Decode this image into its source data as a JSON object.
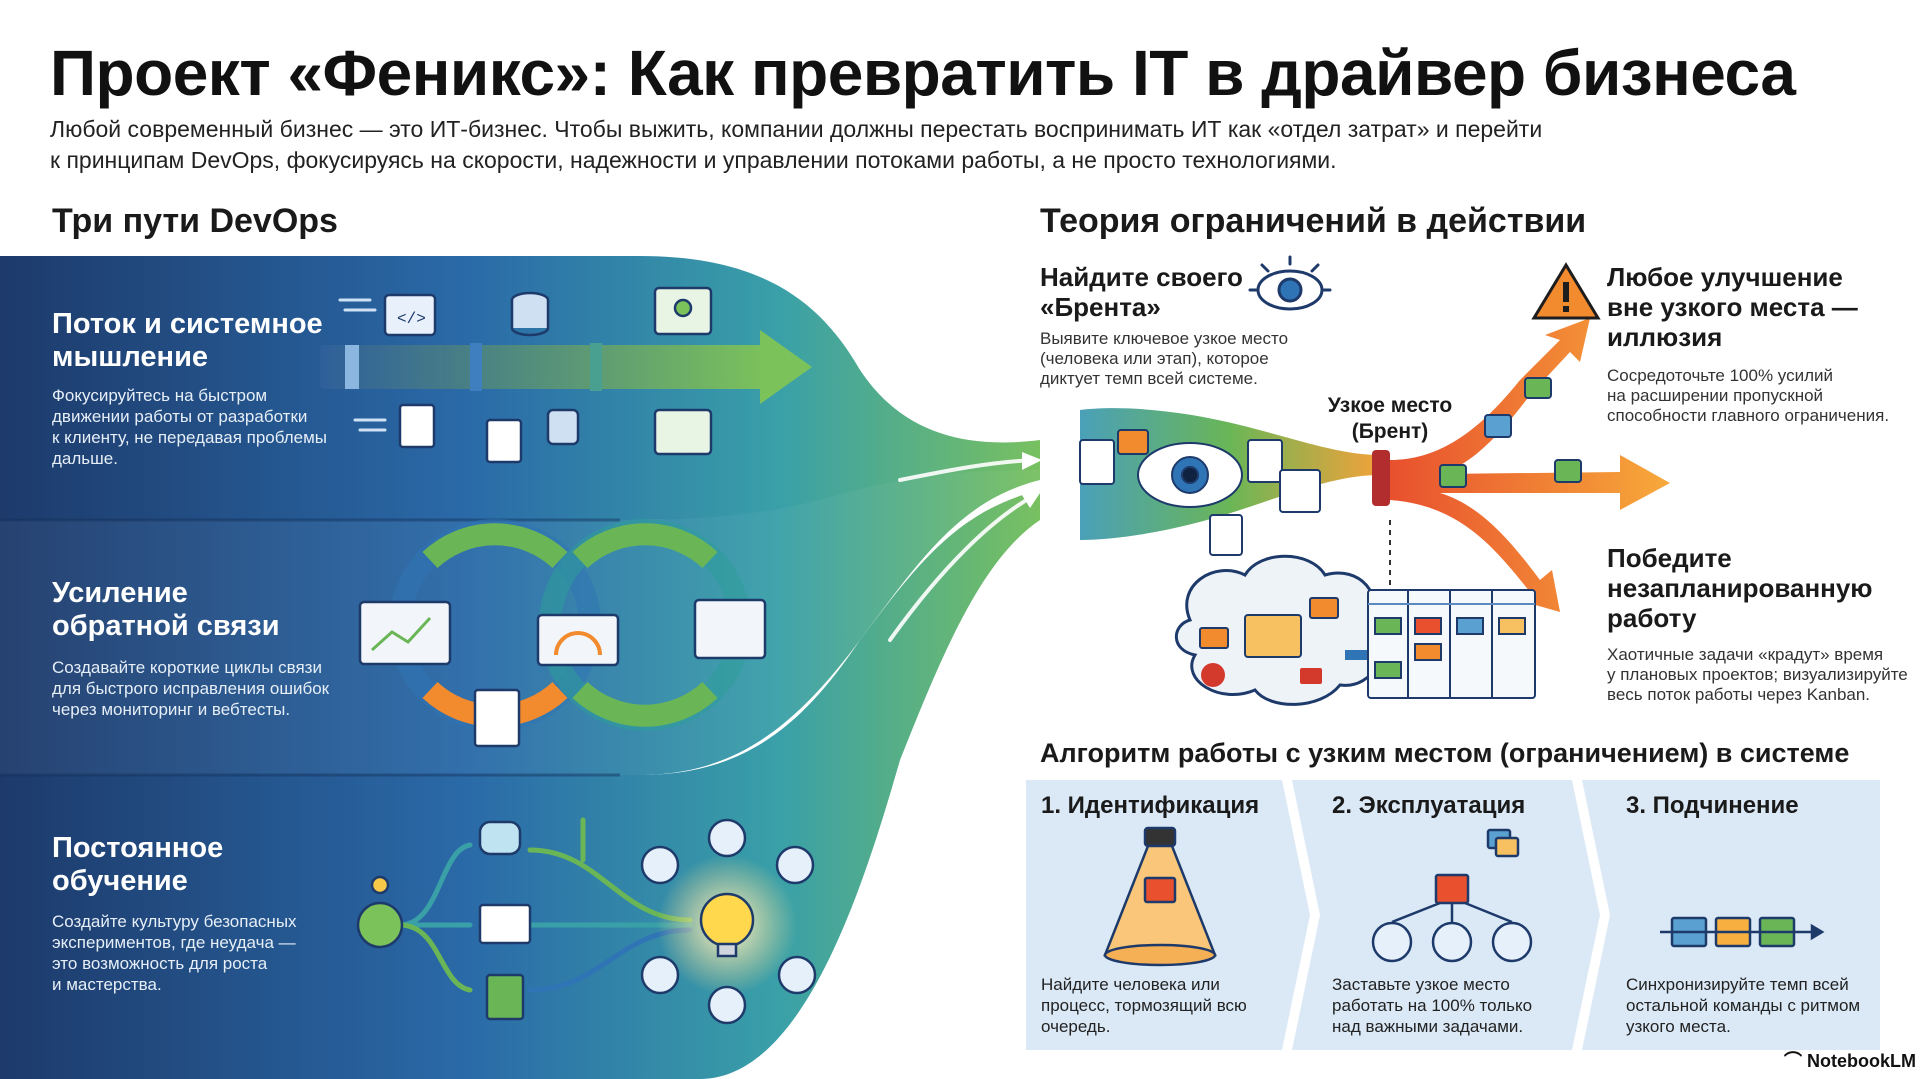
{
  "title": "Проект «Феникс»: Как превратить IT в драйвер бизнеса",
  "intro": {
    "line1": "Любой современный бизнес — это ИТ-бизнес. Чтобы выжить, компании должны перестать воспринимать ИТ как «отдел затрат» и перейти",
    "line2": "к принципам DevOps, фокусируясь на скорости, надежности и управлении потоками работы, а не просто технологиями."
  },
  "ways": {
    "heading": "Три пути DevOps",
    "items": [
      {
        "title_l1": "Поток и системное",
        "title_l2": "мышление",
        "desc": [
          "Фокусируйтесь на быстром",
          "движении работы от разработки",
          "к клиенту, не передавая проблемы",
          "дальше."
        ]
      },
      {
        "title_l1": "Усиление",
        "title_l2": "обратной связи",
        "desc": [
          "Создавайте короткие циклы связи",
          "для быстрого исправления ошибок",
          "через мониторинг и вебтесты."
        ]
      },
      {
        "title_l1": "Постоянное",
        "title_l2": "обучение",
        "desc": [
          "Создайте культуру безопасных",
          "экспериментов, где неудача —",
          "это возможность для роста",
          "и мастерства."
        ]
      }
    ]
  },
  "toc": {
    "heading": "Теория ограничений в действии",
    "find": {
      "title_l1": "Найдите своего",
      "title_l2": "«Брента»",
      "desc": [
        "Выявите ключевое узкое место",
        "(человека или этап), которое",
        "диктует темп всей системе."
      ]
    },
    "bottleneck": {
      "l1": "Узкое место",
      "l2": "(Брент)"
    },
    "improve": {
      "title": [
        "Любое улучшение",
        "вне узкого места —",
        "иллюзия"
      ],
      "desc": [
        "Сосредоточьте 100% усилий",
        "на расширении пропускной",
        "способности главного ограничения."
      ]
    },
    "unplanned": {
      "title": [
        "Победите",
        "незапланированную",
        "работу"
      ],
      "desc": [
        "Хаотичные задачи «крадут» время",
        "у плановых проектов; визуализируйте",
        "весь поток работы через Kanban."
      ]
    }
  },
  "algorithm": {
    "heading": "Алгоритм работы с узким местом (ограничением) в системе",
    "steps": [
      {
        "title": "1. Идентификация",
        "desc": [
          "Найдите человека или",
          "процесс, тормозящий всю",
          "очередь."
        ]
      },
      {
        "title": "2. Эксплуатация",
        "desc": [
          "Заставьте узкое место",
          "работать на 100% только",
          "над важными задачами."
        ]
      },
      {
        "title": "3. Подчинение",
        "desc": [
          "Синхронизируйте темп всей",
          "остальной команды с ритмом",
          "узкого места."
        ]
      }
    ]
  },
  "watermark": "NotebookLM",
  "colors": {
    "navy": "#1d3a6b",
    "blue": "#2f74b5",
    "teal": "#2e9c9a",
    "green": "#6ab657",
    "orange": "#f28a2e",
    "panel": "#dbe9f6"
  }
}
